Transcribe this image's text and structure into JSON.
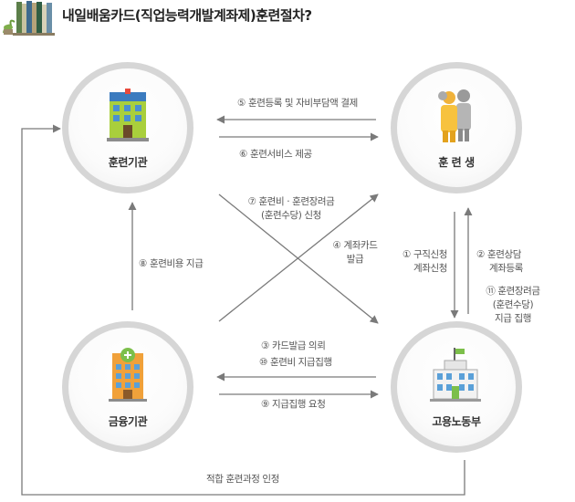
{
  "title": "내일배움카드(직업능력개발계좌제)훈련절차?",
  "nodes": {
    "training_institution": "훈련기관",
    "trainee": "훈 련 생",
    "financial_institution": "금융기관",
    "ministry": "고용노동부"
  },
  "steps": {
    "s5": "⑤ 훈련등록 및 자비부담액 결제",
    "s6": "⑥ 훈련서비스 제공",
    "s7_line1": "⑦ 훈련비 · 훈련장려금",
    "s7_line2": "(훈련수당) 신청",
    "s4_line1": "④ 계좌카드",
    "s4_line2": "발급",
    "s8": "⑧ 훈련비용 지급",
    "s1_line1": "① 구직신청",
    "s1_line2": "계좌신청",
    "s2_line1": "② 훈련상담",
    "s2_line2": "계좌등록",
    "s11_line1": "⑪ 훈련장려금",
    "s11_line2": "(훈련수당)",
    "s11_line3": "지급 집행",
    "s3": "③ 카드발급 의뢰",
    "s10": "⑩ 훈련비 지급집행",
    "s9": "⑨ 지급집행 요청",
    "bottom": "적합 훈련과정 인정"
  },
  "colors": {
    "arrow": "#7a7a7a",
    "node_ring": "#d6d6d6",
    "title": "#222222"
  },
  "icons": {
    "header": "books-icon",
    "training_institution": "school-building-icon",
    "trainee": "people-icon",
    "financial_institution": "bank-building-icon",
    "ministry": "government-building-icon"
  }
}
